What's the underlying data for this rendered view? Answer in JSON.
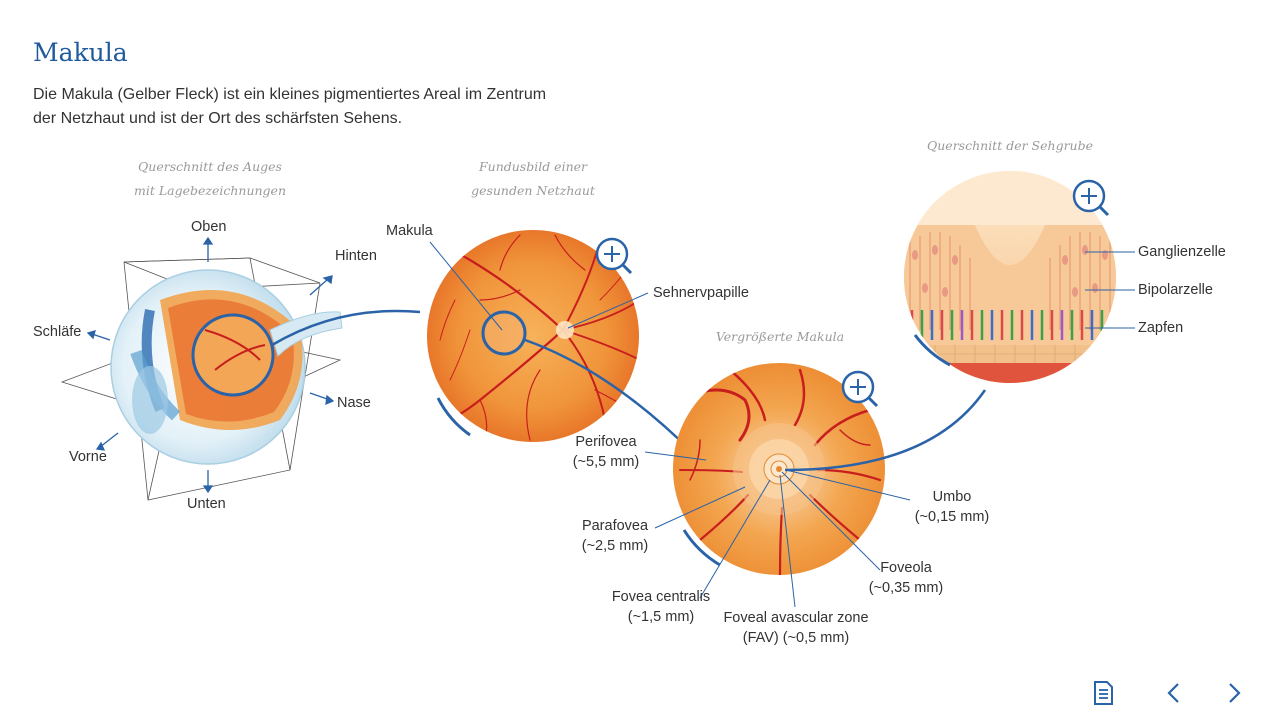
{
  "page": {
    "title": "Makula",
    "intro": "Die Makula (Gelber Fleck) ist ein kleines pigmentiertes Areal im Zentrum der Netzhaut und ist der Ort des schärfsten Sehens."
  },
  "captions": {
    "eye_l1": "Querschnitt des Auges",
    "eye_l2": "mit Lagebezeichnungen",
    "fundus_l1": "Fundusbild einer",
    "fundus_l2": "gesunden Netzhaut",
    "macula": "Vergrößerte Makula",
    "section": "Querschnitt der Sehgrube"
  },
  "directions": {
    "oben": "Oben",
    "unten": "Unten",
    "hinten": "Hinten",
    "vorne": "Vorne",
    "schlaefe": "Schläfe",
    "nase": "Nase"
  },
  "fundus_labels": {
    "makula": "Makula",
    "sehnervpapille": "Sehnervpapille"
  },
  "macula_labels": {
    "perifovea": "Perifovea",
    "perifovea_size": "(~5,5 mm)",
    "parafovea": "Parafovea",
    "parafovea_size": "(~2,5 mm)",
    "fovea_centralis": "Fovea centralis",
    "fovea_centralis_size": "(~1,5 mm)",
    "faz": "Foveal avascular zone",
    "faz_size": "(FAV) (~0,5 mm)",
    "foveola": "Foveola",
    "foveola_size": "(~0,35 mm)",
    "umbo": "Umbo",
    "umbo_size": "(~0,15 mm)"
  },
  "section_labels": {
    "ganglienzelle": "Ganglienzelle",
    "bipolarzelle": "Bipolarzelle",
    "zapfen": "Zapfen"
  },
  "icons": {
    "zoom": "zoom-in-icon",
    "notes": "document-icon",
    "prev": "chevron-left-icon",
    "next": "chevron-right-icon"
  },
  "colors": {
    "title": "#1f5a9e",
    "accent": "#2a63a8",
    "retina": "#f29a3e",
    "vessel": "#c81e1e"
  }
}
